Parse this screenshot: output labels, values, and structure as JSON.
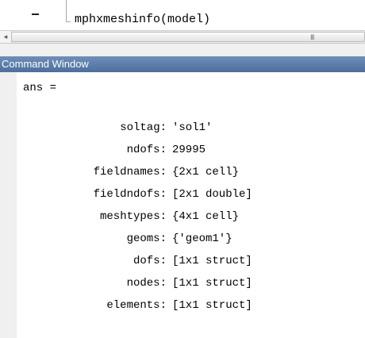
{
  "editor": {
    "line_marker": "–",
    "code_line": "mphxmeshinfo(model)"
  },
  "scrollbar": {
    "left_arrow": "◂",
    "grip": "III"
  },
  "command_window": {
    "title": "Command Window",
    "ans_label": "ans =",
    "fields": [
      {
        "name": "soltag:",
        "value": "'sol1'"
      },
      {
        "name": "ndofs:",
        "value": "29995"
      },
      {
        "name": "fieldnames:",
        "value": "{2x1 cell}"
      },
      {
        "name": "fieldndofs:",
        "value": "[2x1 double]"
      },
      {
        "name": "meshtypes:",
        "value": "{4x1 cell}"
      },
      {
        "name": "geoms:",
        "value": "{'geom1'}"
      },
      {
        "name": "dofs:",
        "value": "[1x1 struct]"
      },
      {
        "name": "nodes:",
        "value": "[1x1 struct]"
      },
      {
        "name": "elements:",
        "value": "[1x1 struct]"
      }
    ]
  },
  "colors": {
    "title_bar": "#5a7aa8",
    "background": "#ffffff"
  }
}
